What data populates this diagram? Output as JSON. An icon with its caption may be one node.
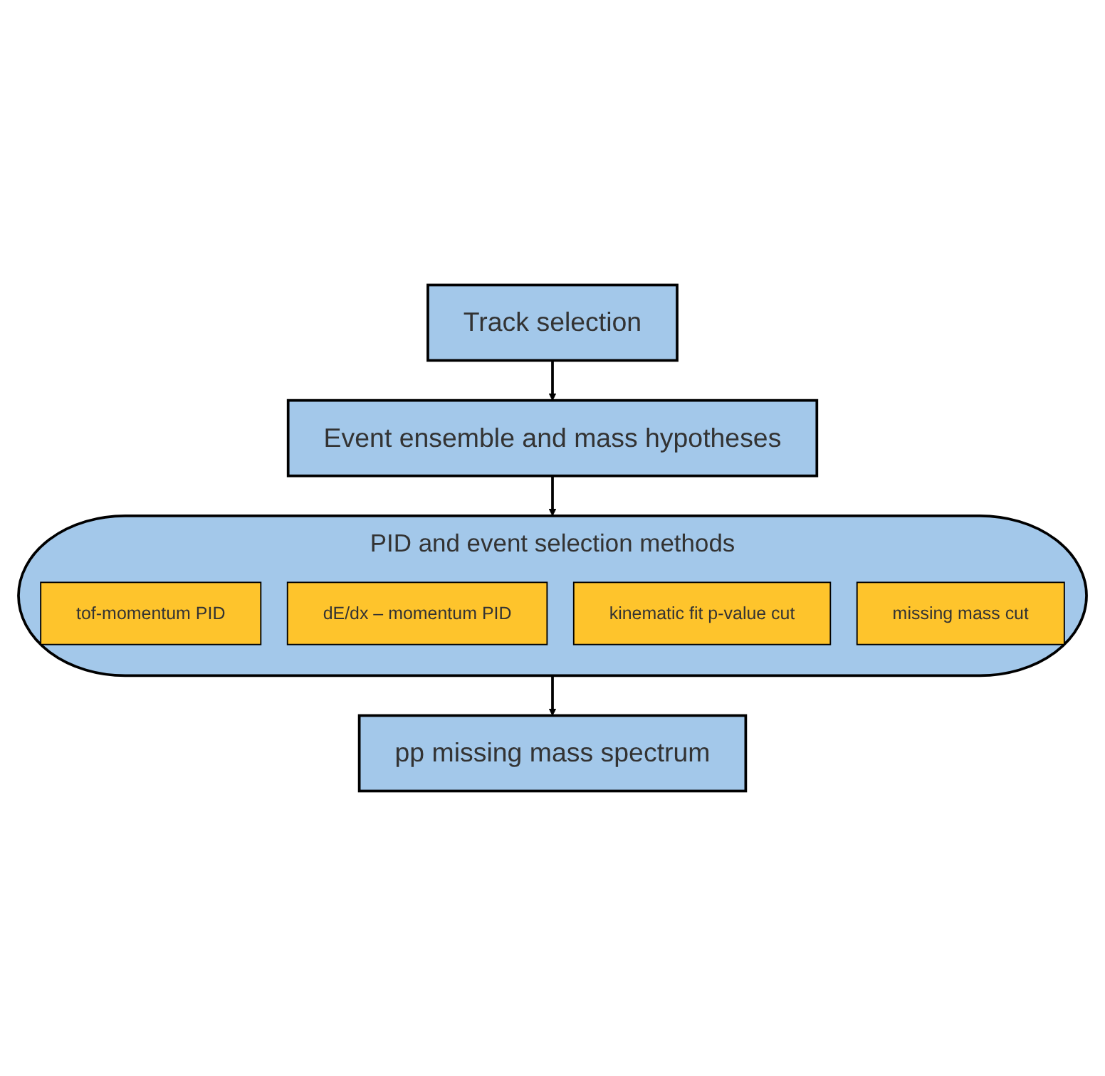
{
  "diagram": {
    "nodes": [
      {
        "text": [
          "Track selection"
        ]
      },
      {
        "text": [
          "Event ensemble and mass hypotheses"
        ]
      },
      {
        "text": [
          "PID and event selection methods"
        ]
      },
      {
        "text": [
          "tof-momentum PID"
        ],
        "in": 2
      },
      {
        "text": [
          "dE/dx – momentum PID"
        ],
        "in": 2
      },
      {
        "text": [
          "kinematic fit p-value cut"
        ],
        "in": 2
      },
      {
        "text": [
          "missing mass cut"
        ],
        "in": 2
      },
      {
        "text": [
          "pp missing mass spectrum"
        ]
      }
    ],
    "edges": [
      {
        "from": 0,
        "to": 1,
        "arrow": "to"
      },
      {
        "from": 1,
        "to": 2,
        "arrow": "to"
      },
      {
        "from": 2,
        "to": 7,
        "arrow": "to"
      }
    ]
  }
}
